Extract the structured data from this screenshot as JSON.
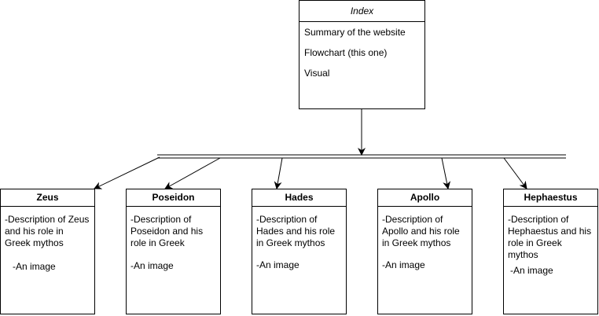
{
  "index": {
    "title": "Index",
    "items": [
      "Summary of the website",
      "Flowchart (this one)",
      "Visual"
    ]
  },
  "gods": [
    {
      "name": "Zeus",
      "description": "-Description of Zeus\nand his role in\nGreek mythos",
      "image_label": "-An image"
    },
    {
      "name": "Poseidon",
      "description": "-Description of\nPoseidon and his\nrole in Greek\nmythos",
      "image_label": "-An image"
    },
    {
      "name": "Hades",
      "description": "-Description of\nHades and his role\nin Greek mythos",
      "image_label": "-An image"
    },
    {
      "name": "Apollo",
      "description": "-Description of\nApollo and his role\nin Greek mythos",
      "image_label": "-An image"
    },
    {
      "name": "Hephaestus",
      "description": "-Description of\nHephaestus and his\nrole in Greek\nmythos",
      "image_label": "-An image"
    }
  ],
  "colors": {
    "stroke": "#000000",
    "background": "#ffffff"
  }
}
